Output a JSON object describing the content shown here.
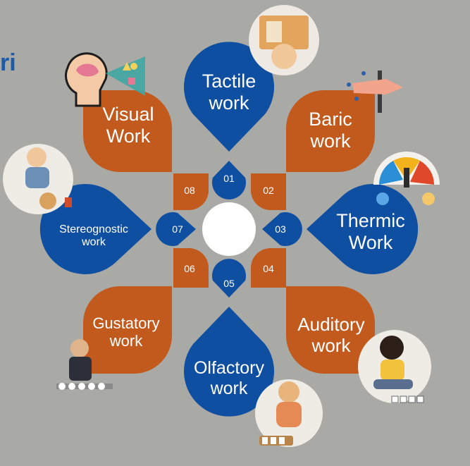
{
  "title_fragment": "ri",
  "center": "",
  "colors": {
    "blue": "#0f4fa2",
    "orange": "#c25a1e",
    "background": "#a9a9a6",
    "title": "#1f5aa6"
  },
  "petals": [
    {
      "number": "01",
      "label": "Tactile\nwork",
      "color": "blue"
    },
    {
      "number": "02",
      "label": "Baric\nwork",
      "color": "orange"
    },
    {
      "number": "03",
      "label": "Thermic\nWork",
      "color": "blue"
    },
    {
      "number": "04",
      "label": "Auditory\nwork",
      "color": "orange"
    },
    {
      "number": "05",
      "label": "Olfactory\nwork",
      "color": "blue"
    },
    {
      "number": "06",
      "label": "Gustatory\nwork",
      "color": "orange"
    },
    {
      "number": "07",
      "label": "Stereognostic\nwork",
      "color": "blue"
    },
    {
      "number": "08",
      "label": "Visual\nWork",
      "color": "orange"
    }
  ],
  "illustrations": [
    "child-with-book-illustration",
    "hand-touching-surface-illustration",
    "thermometer-gauge-illustration",
    "child-with-bells-illustration",
    "girl-smelling-jars-illustration",
    "boy-tasting-illustration",
    "child-with-blocks-illustration",
    "head-with-shapes-illustration"
  ]
}
